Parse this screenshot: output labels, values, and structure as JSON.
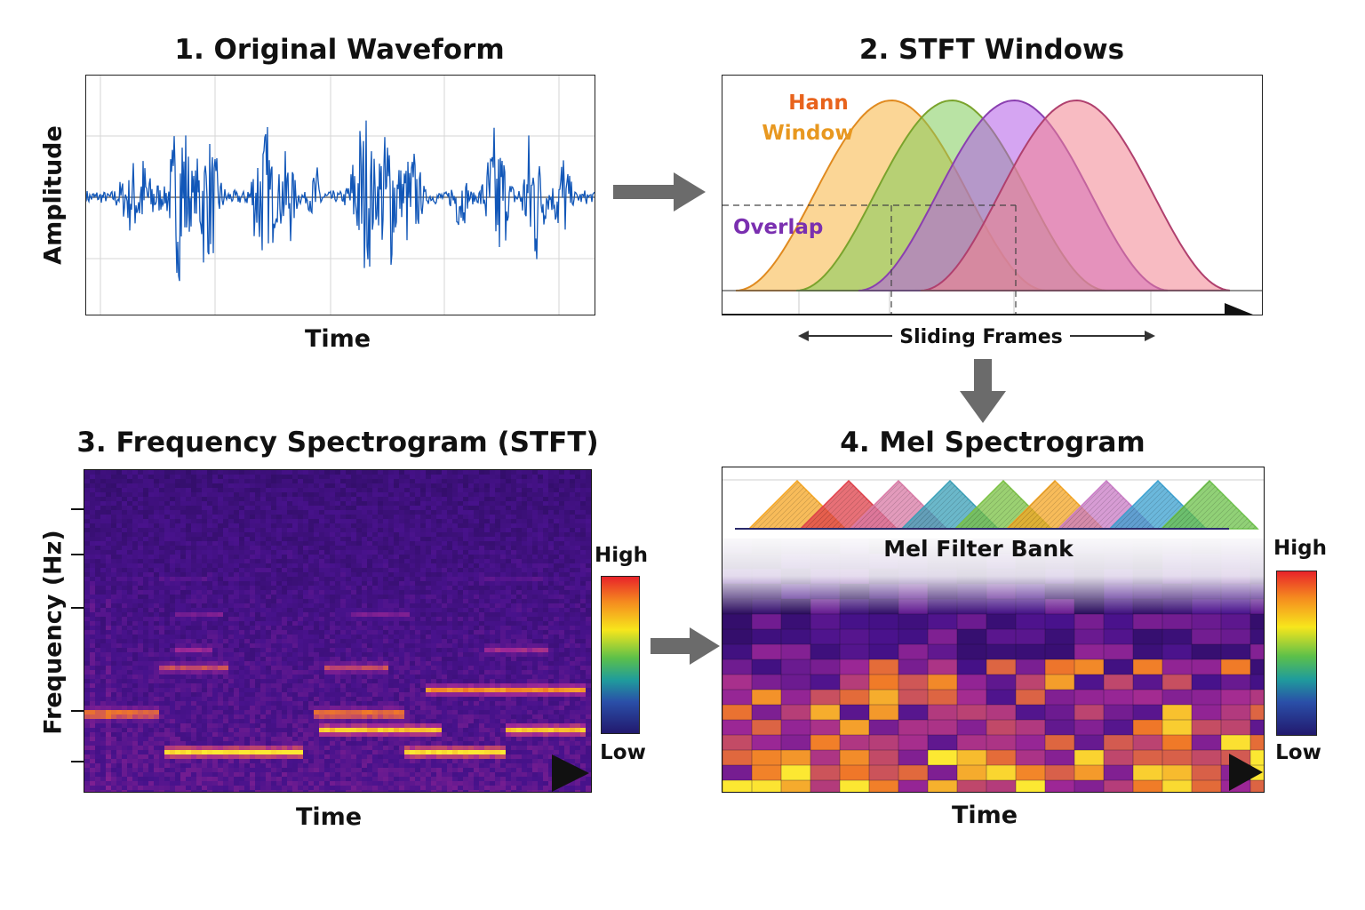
{
  "panel1": {
    "title": "1. Original Waveform",
    "xlabel": "Time",
    "ylabel": "Amplitude"
  },
  "panel2": {
    "title": "2. STFT Windows",
    "window_label_line1": "Hann",
    "window_label_line2": "Window",
    "overlap_label": "Overlap",
    "frames_label": "Sliding Frames",
    "window_colors": [
      "#f7b43f",
      "#7fcc5a",
      "#b35be8",
      "#f2838f"
    ]
  },
  "panel3": {
    "title": "3. Frequency Spectrogram (STFT)",
    "xlabel": "Time",
    "ylabel": "Frequency (Hz)",
    "cbar_high": "High",
    "cbar_low": "Low"
  },
  "panel4": {
    "title": "4. Mel Spectrogram",
    "filter_bank_label": "Mel Filter Bank",
    "xlabel": "Time",
    "cbar_high": "High",
    "cbar_low": "Low",
    "filter_colors": [
      "#f5a623",
      "#e0404a",
      "#d97aa6",
      "#3aa0b8",
      "#7ac143",
      "#f5a623",
      "#c97bc6",
      "#3aa0d0",
      "#6cc24a"
    ]
  },
  "colors": {
    "waveform": "#1257b8",
    "arrow": "#6b6b6b"
  }
}
